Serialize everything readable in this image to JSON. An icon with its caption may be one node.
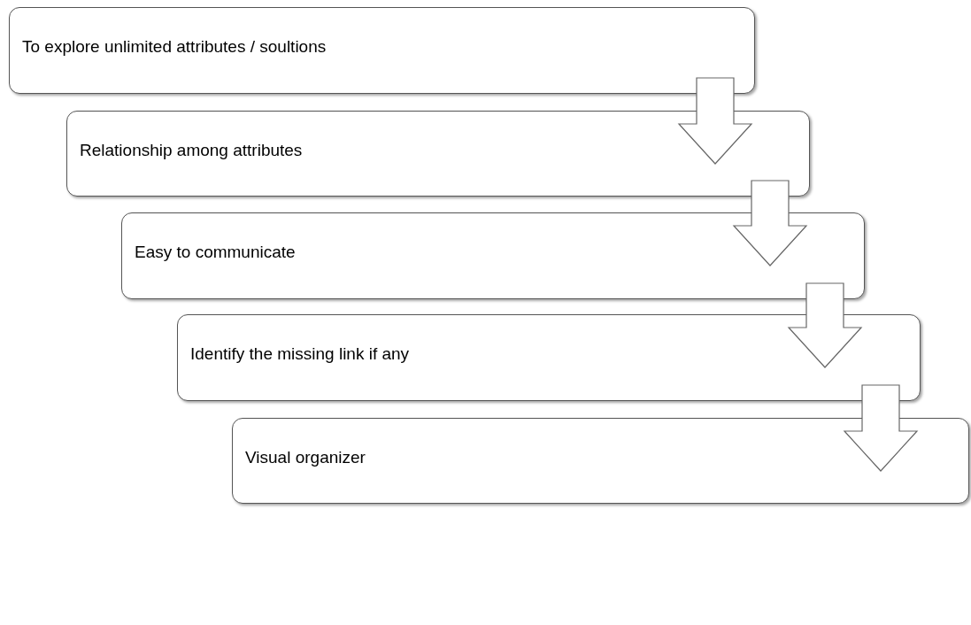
{
  "diagram": {
    "nodes": [
      {
        "text": [
          "To explore unlimited attributes / soultions"
        ]
      },
      {
        "text": [
          "Relationship among attributes"
        ]
      },
      {
        "text": [
          "Easy to communicate"
        ]
      },
      {
        "text": [
          "Identify the missing link if any"
        ]
      },
      {
        "text": [
          "Visual organizer"
        ]
      }
    ],
    "edges": [
      {
        "from": 0,
        "to": 1,
        "arrow": "to"
      },
      {
        "from": 1,
        "to": 2,
        "arrow": "to"
      },
      {
        "from": 2,
        "to": 3,
        "arrow": "to"
      },
      {
        "from": 3,
        "to": 4,
        "arrow": "to"
      }
    ]
  }
}
